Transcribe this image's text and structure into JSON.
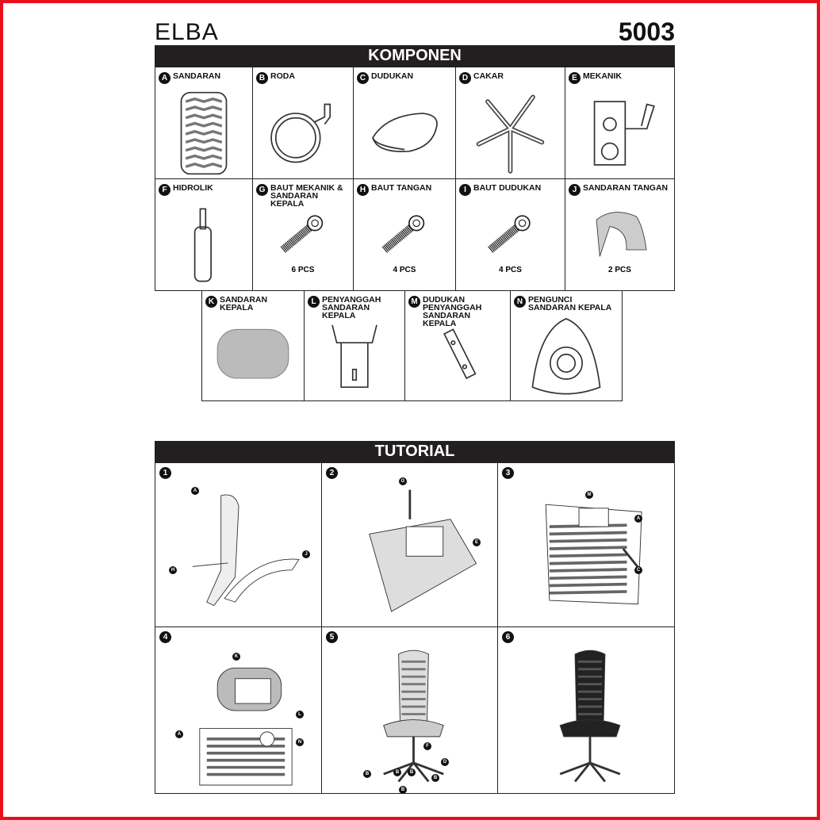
{
  "header": {
    "brand": "ELBA",
    "model": "5003"
  },
  "components": {
    "title": "KOMPONEN",
    "items": [
      {
        "letter": "A",
        "name": "SANDARAN",
        "qty": ""
      },
      {
        "letter": "B",
        "name": "RODA",
        "qty": ""
      },
      {
        "letter": "C",
        "name": "DUDUKAN",
        "qty": ""
      },
      {
        "letter": "D",
        "name": "CAKAR",
        "qty": ""
      },
      {
        "letter": "E",
        "name": "MEKANIK",
        "qty": ""
      },
      {
        "letter": "F",
        "name": "HIDROLIK",
        "qty": ""
      },
      {
        "letter": "G",
        "name": "BAUT MEKANIK & SANDARAN KEPALA",
        "qty": "6 PCS"
      },
      {
        "letter": "H",
        "name": "BAUT TANGAN",
        "qty": "4 PCS"
      },
      {
        "letter": "I",
        "name": "BAUT DUDUKAN",
        "qty": "4 PCS"
      },
      {
        "letter": "J",
        "name": "SANDARAN TANGAN",
        "qty": "2 PCS"
      },
      {
        "letter": "K",
        "name": "SANDARAN KEPALA",
        "qty": ""
      },
      {
        "letter": "L",
        "name": "PENYANGGAH SANDARAN KEPALA",
        "qty": ""
      },
      {
        "letter": "M",
        "name": "DUDUKAN PENYANGGAH SANDARAN KEPALA",
        "qty": ""
      },
      {
        "letter": "N",
        "name": "PENGUNCI SANDARAN KEPALA",
        "qty": ""
      }
    ]
  },
  "tutorial": {
    "title": "TUTORIAL",
    "steps": [
      {
        "number": "1",
        "callouts": [
          "A",
          "H",
          "J"
        ]
      },
      {
        "number": "2",
        "callouts": [
          "G",
          "E"
        ]
      },
      {
        "number": "3",
        "callouts": [
          "M",
          "A",
          "C"
        ]
      },
      {
        "number": "4",
        "callouts": [
          "K",
          "L",
          "A",
          "N"
        ]
      },
      {
        "number": "5",
        "callouts": [
          "F",
          "D",
          "B",
          "B",
          "B",
          "B",
          "B"
        ]
      },
      {
        "number": "6",
        "callouts": []
      }
    ]
  }
}
